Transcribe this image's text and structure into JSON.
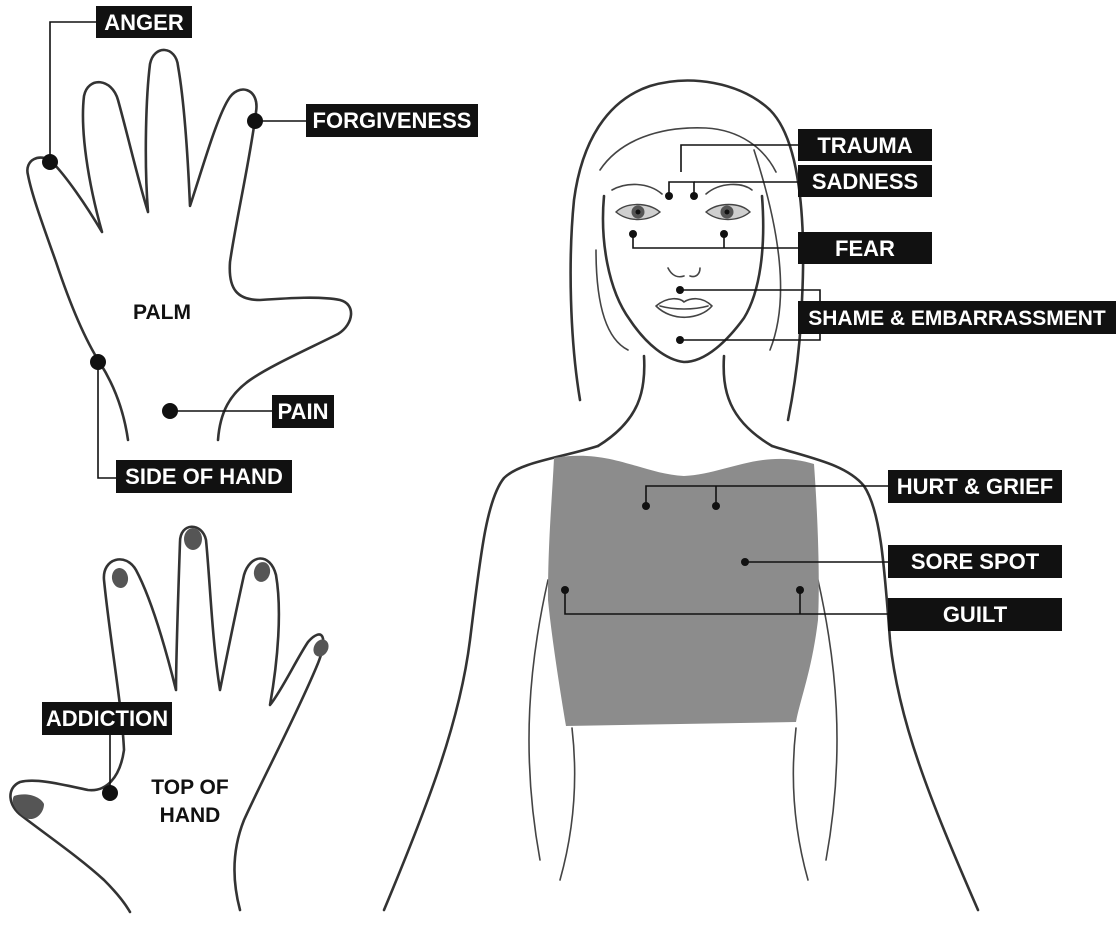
{
  "palm_labels": {
    "anger": "ANGER",
    "forgiveness": "FORGIVENESS",
    "palm": "PALM",
    "pain": "PAIN",
    "side_of_hand": "SIDE OF HAND"
  },
  "back_labels": {
    "addiction": "ADDICTION",
    "top_of_hand_line1": "TOP OF",
    "top_of_hand_line2": "HAND"
  },
  "face_labels": {
    "trauma": "TRAUMA",
    "sadness": "SADNESS",
    "fear": "FEAR",
    "shame": "SHAME & EMBARRASSMENT"
  },
  "torso_labels": {
    "hurt_grief": "HURT & GRIEF",
    "sore_spot": "SORE SPOT",
    "guilt": "GUILT"
  },
  "colors": {
    "label_bg": "#111111",
    "label_text": "#ffffff",
    "top_fill": "#8c8c8c",
    "outline": "#333333"
  }
}
